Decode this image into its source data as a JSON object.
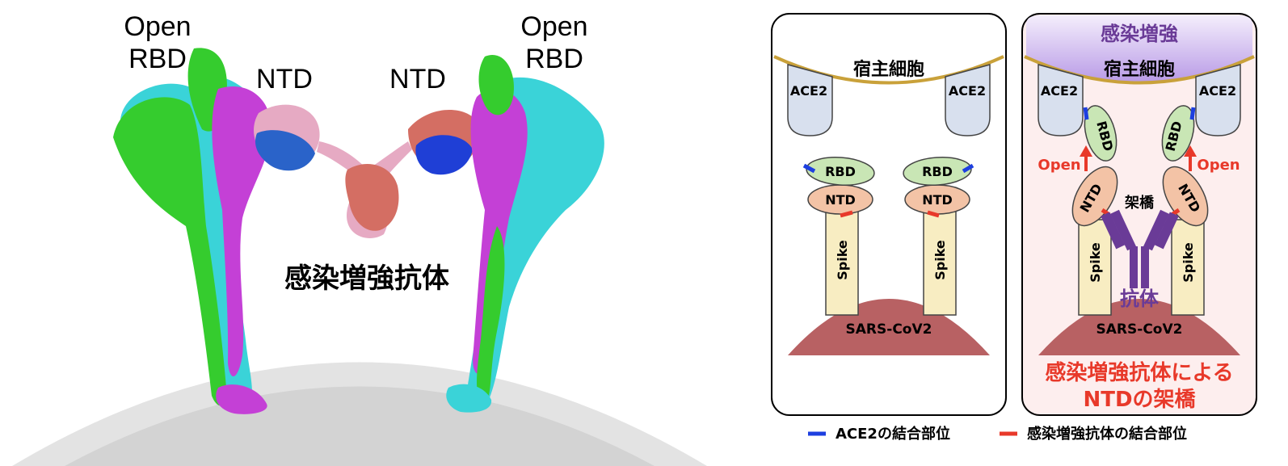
{
  "colors": {
    "green": "#35cc2e",
    "cyan": "#3ad3d8",
    "magenta": "#c440d6",
    "salmon": "#d46e63",
    "pink": "#e6aac3",
    "blue": "#2a63c9",
    "darkblue": "#1f3fd6",
    "host_line": "#c9a13a",
    "ace2": "#d8e0ee",
    "rbd": "#c9e6b5",
    "ntd": "#f3c3a6",
    "spike": "#f8edc2",
    "virus": "#b86163",
    "antibody": "#6a3b97",
    "ace2_site": "#1d3fe0",
    "enh_site": "#e8392a",
    "panel2_bg": "#fdeeee",
    "purple_band": "#b89ae6"
  },
  "left": {
    "open_rbd_left_1": "Open",
    "open_rbd_left_2": "RBD",
    "open_rbd_right_1": "Open",
    "open_rbd_right_2": "RBD",
    "ntd_left": "NTD",
    "ntd_right": "NTD",
    "antibody_label": "感染増強抗体"
  },
  "panel1": {
    "host": "宿主細胞",
    "ace2_left": "ACE2",
    "ace2_right": "ACE2",
    "rbd_left": "RBD",
    "rbd_right": "RBD",
    "ntd_left": "NTD",
    "ntd_right": "NTD",
    "spike_left": "Spike",
    "spike_right": "Spike",
    "virus": "SARS-CoV2"
  },
  "panel2": {
    "title": "感染増強",
    "host": "宿主細胞",
    "ace2_left": "ACE2",
    "ace2_right": "ACE2",
    "rbd_left": "RBD",
    "rbd_right": "RBD",
    "open_left": "Open",
    "open_right": "Open",
    "ntd_left": "NTD",
    "ntd_right": "NTD",
    "bridge": "架橋",
    "spike_left": "Spike",
    "spike_right": "Spike",
    "antibody": "抗体",
    "virus": "SARS-CoV2",
    "caption_1": "感染増強抗体による",
    "caption_2": "NTDの架橋"
  },
  "legend": {
    "ace2_site": "ACE2の結合部位",
    "enhancing_site": "感染増強抗体の結合部位"
  }
}
